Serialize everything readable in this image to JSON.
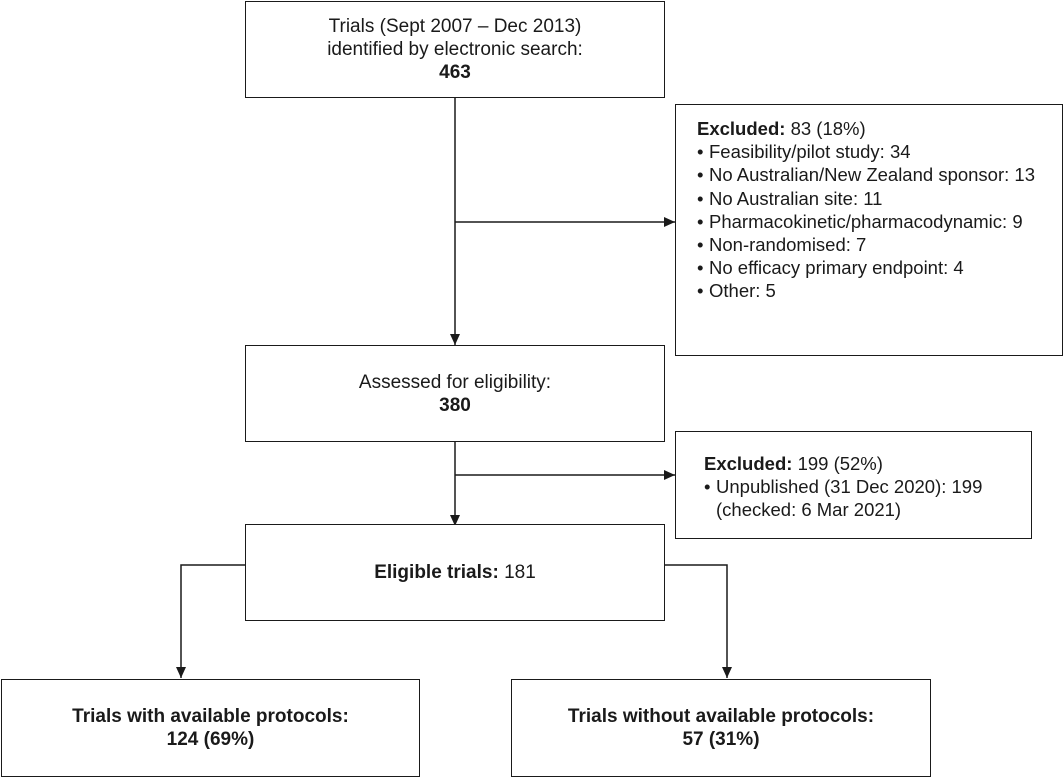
{
  "flowchart": {
    "search": {
      "line1": "Trials (Sept 2007 – Dec 2013)",
      "line2": "identified by electronic search:",
      "count": "463"
    },
    "excluded1": {
      "label": "Excluded:",
      "value": "83 (18%)",
      "bullet": "•",
      "items": [
        "Feasibility/pilot study: 34",
        "No Australian/New Zealand sponsor: 13",
        "No Australian site: 11",
        "Pharmacokinetic/pharmacodynamic: 9",
        "Non-randomised: 7",
        "No efficacy primary endpoint: 4",
        "Other: 5"
      ]
    },
    "assessed": {
      "line1": "Assessed for eligibility:",
      "count": "380"
    },
    "excluded2": {
      "label": "Excluded:",
      "value": "199 (52%)",
      "bullet": "•",
      "items": [
        "Unpublished (31 Dec 2020): 199 (checked: 6 Mar 2021)"
      ]
    },
    "eligible": {
      "label": "Eligible trials:",
      "value": "181"
    },
    "with_protocols": {
      "line1": "Trials with available protocols:",
      "count": "124 (69%)"
    },
    "without_protocols": {
      "line1": "Trials without available protocols:",
      "count": "57 (31%)"
    }
  }
}
